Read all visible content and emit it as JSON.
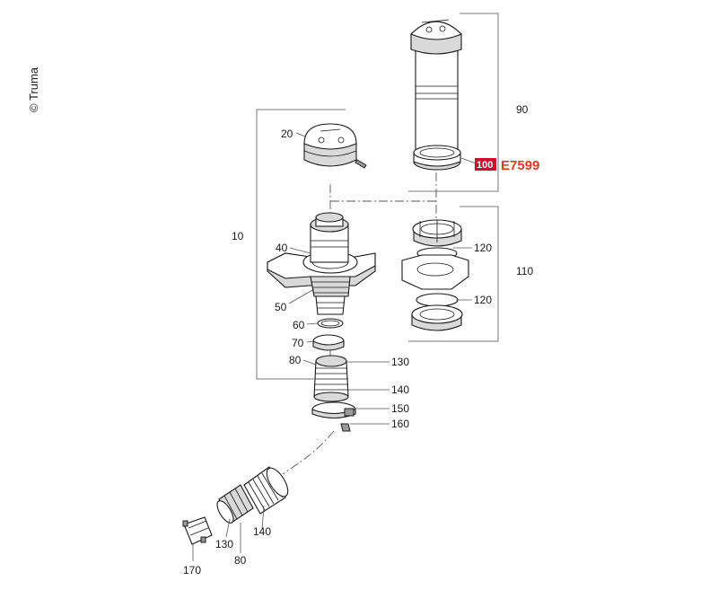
{
  "copyright": "© Truma",
  "labels": {
    "p10": "10",
    "p20": "20",
    "p40": "40",
    "p50": "50",
    "p60": "60",
    "p70": "70",
    "p80a": "80",
    "p130a": "130",
    "p140a": "140",
    "p150": "150",
    "p160": "160",
    "p90": "90",
    "p100": "100",
    "p110": "110",
    "p120a": "120",
    "p120b": "120",
    "p130b": "130",
    "p140b": "140",
    "p80b": "80",
    "p170": "170"
  },
  "article_code": "E7599",
  "colors": {
    "highlight_badge": "#c8102e",
    "code_text": "#e03a1e"
  }
}
